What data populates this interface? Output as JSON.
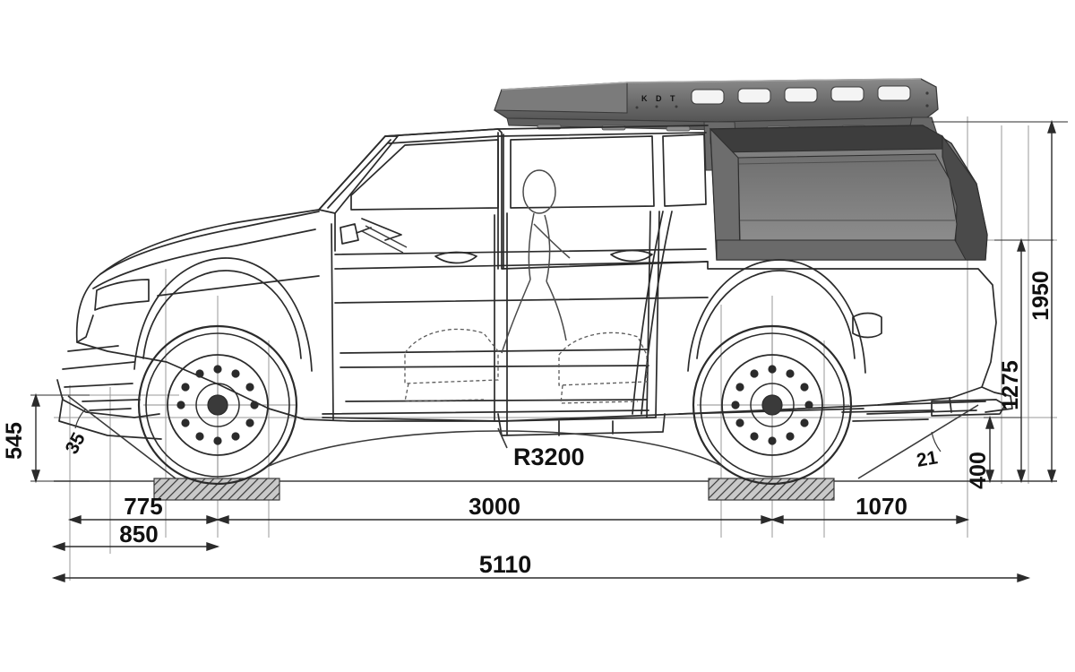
{
  "drawing": {
    "title": "UAZ Pickup side-view dimension drawing with KDT roof rack and bed canopy",
    "view": "side elevation",
    "units": "mm",
    "line_color": "#2b2b2b",
    "dim_color": "#111111",
    "ground_color": "#555555",
    "rack_color": "#6e6e6e",
    "rack_dark": "#4a4a4a",
    "canopy_color": "#7a7a7a",
    "canopy_dark": "#3c3c3c",
    "hatch_color": "#4d4d4d"
  },
  "branding": {
    "rack_logo": "K D T"
  },
  "dimensions": {
    "horizontal": [
      {
        "id": "front-overhang-775",
        "label": "775"
      },
      {
        "id": "front-axle-850",
        "label": "850"
      },
      {
        "id": "wheelbase-3000",
        "label": "3000"
      },
      {
        "id": "rear-overhang-1070",
        "label": "1070"
      },
      {
        "id": "overall-length-5110",
        "label": "5110"
      }
    ],
    "vertical": [
      {
        "id": "front-height-545",
        "label": "545"
      },
      {
        "id": "rear-clearance-400",
        "label": "400"
      },
      {
        "id": "body-height-1275",
        "label": "1275"
      },
      {
        "id": "overall-height-1950",
        "label": "1950"
      }
    ],
    "angles": [
      {
        "id": "approach-angle",
        "label": "35"
      },
      {
        "id": "departure-angle",
        "label": "21"
      }
    ],
    "radii": [
      {
        "id": "ramp-radius",
        "label": "R3200"
      }
    ]
  }
}
